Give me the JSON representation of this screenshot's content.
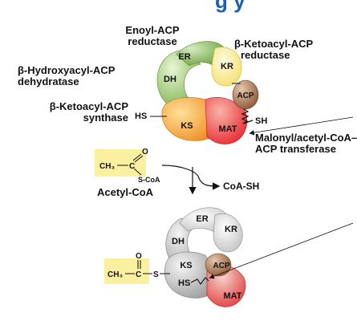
{
  "header": {
    "partial_title": "g y"
  },
  "labels": {
    "enoyl_line1": "Enoyl-ACP",
    "enoyl_line2": "reductase",
    "hydroxy_line1": "β-Hydroxyacyl-ACP",
    "hydroxy_line2": "dehydratase",
    "ketosynth_line1": "β-Ketoacyl-ACP",
    "ketosynth_line2": "synthase",
    "ketored_line1": "β-Ketoacyl-ACP",
    "ketored_line2": "reductase",
    "mat_line1": "Malonyl/acetyl-CoA–",
    "mat_line2": "ACP transferase",
    "acetyl_coa": "Acetyl-CoA",
    "coa_sh": "CoA-SH",
    "hs_top": "HS",
    "sh_top": "SH"
  },
  "domains": {
    "er": "ER",
    "kr": "KR",
    "dh": "DH",
    "ks": "KS",
    "mat": "MAT",
    "acp": "ACP"
  },
  "chem": {
    "ch3": "CH₃",
    "c": "C",
    "o": "O",
    "scoa": "S-CoA",
    "s": "S",
    "hs_bottom": "HS"
  },
  "colors": {
    "highlight": "#faf0a0",
    "title_blue": "#1a5fb4"
  }
}
